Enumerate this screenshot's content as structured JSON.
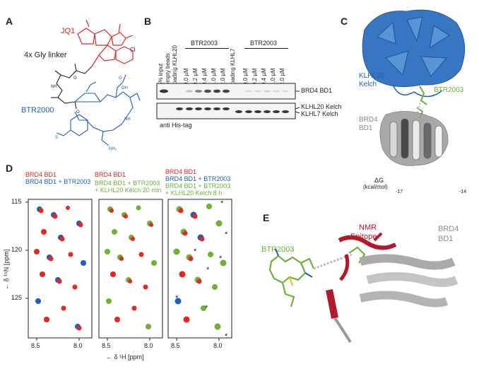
{
  "panels": {
    "A": {
      "label": "A",
      "jq1": "JQ1",
      "linker": "4x Gly linker",
      "btr2000": "BTR2000",
      "cl": "Cl"
    },
    "B": {
      "label": "B",
      "lanes_left": [
        "5% input",
        "empty beads",
        "loading KLHL20"
      ],
      "group1": "BTR2003",
      "conc1": [
        "0.0 µM",
        "0.2 µM",
        "0.4 µM",
        "1.0 µM",
        "2.0 µM"
      ],
      "loading2": "loading KLHL7",
      "group2": "BTR2003",
      "conc2": [
        "0.0 µM",
        "0.2 µM",
        "0.4 µM",
        "1.0 µM",
        "2.0 µM"
      ],
      "band1": "BRD4 BD1",
      "band2a": "KLHL20 Kelch",
      "band2b": "KLHL7  Kelch",
      "antibody": "anti His-tag"
    },
    "C": {
      "label": "C",
      "klhl20_line1": "KLHL20",
      "klhl20_line2": "Kelch",
      "btr2003": "BTR2003",
      "brd4_line1": "BRD4",
      "brd4_line2": "BD1",
      "scale_title": "ΔG",
      "scale_unit": "(kcal/mol)",
      "scale_min": "-17",
      "scale_max": "-14"
    },
    "D": {
      "label": "D",
      "legend1": [
        "BRD4 BD1",
        "BRD4 BD1 + BTR2003"
      ],
      "legend2": [
        "BRD4 BD1",
        "BRD4 BD1 + BTR2003",
        "+ KLHL20 Kelch 20 min"
      ],
      "legend3": [
        "BRD4 BD1",
        "BRD4 BD1 + BTR2003",
        "BRD4 BD1 + BTR2003",
        "+ KLHL20 Kelch 8 h"
      ],
      "yticks": [
        "115",
        "120",
        "125"
      ],
      "xticks_1": [
        "8.5",
        "8.0"
      ],
      "xticks_2": [
        "8.5",
        "8.0"
      ],
      "xticks_3": [
        "8.5",
        "8.0"
      ],
      "ylabel": "← δ ¹⁵N [ppm]",
      "xlabel": "← δ ¹H [ppm]",
      "asterisk": "*"
    },
    "E": {
      "label": "E",
      "nmr_line1": "NMR",
      "nmr_line2": "Epitope",
      "btr2003": "BTR2003",
      "brd4_line1": "BRD4",
      "brd4_line2": "BD1"
    }
  },
  "colors": {
    "red": "#e8251f",
    "blue": "#1f5fb4",
    "green": "#6fb03a",
    "gray": "#8c8c8c",
    "darkred": "#b3182b"
  }
}
